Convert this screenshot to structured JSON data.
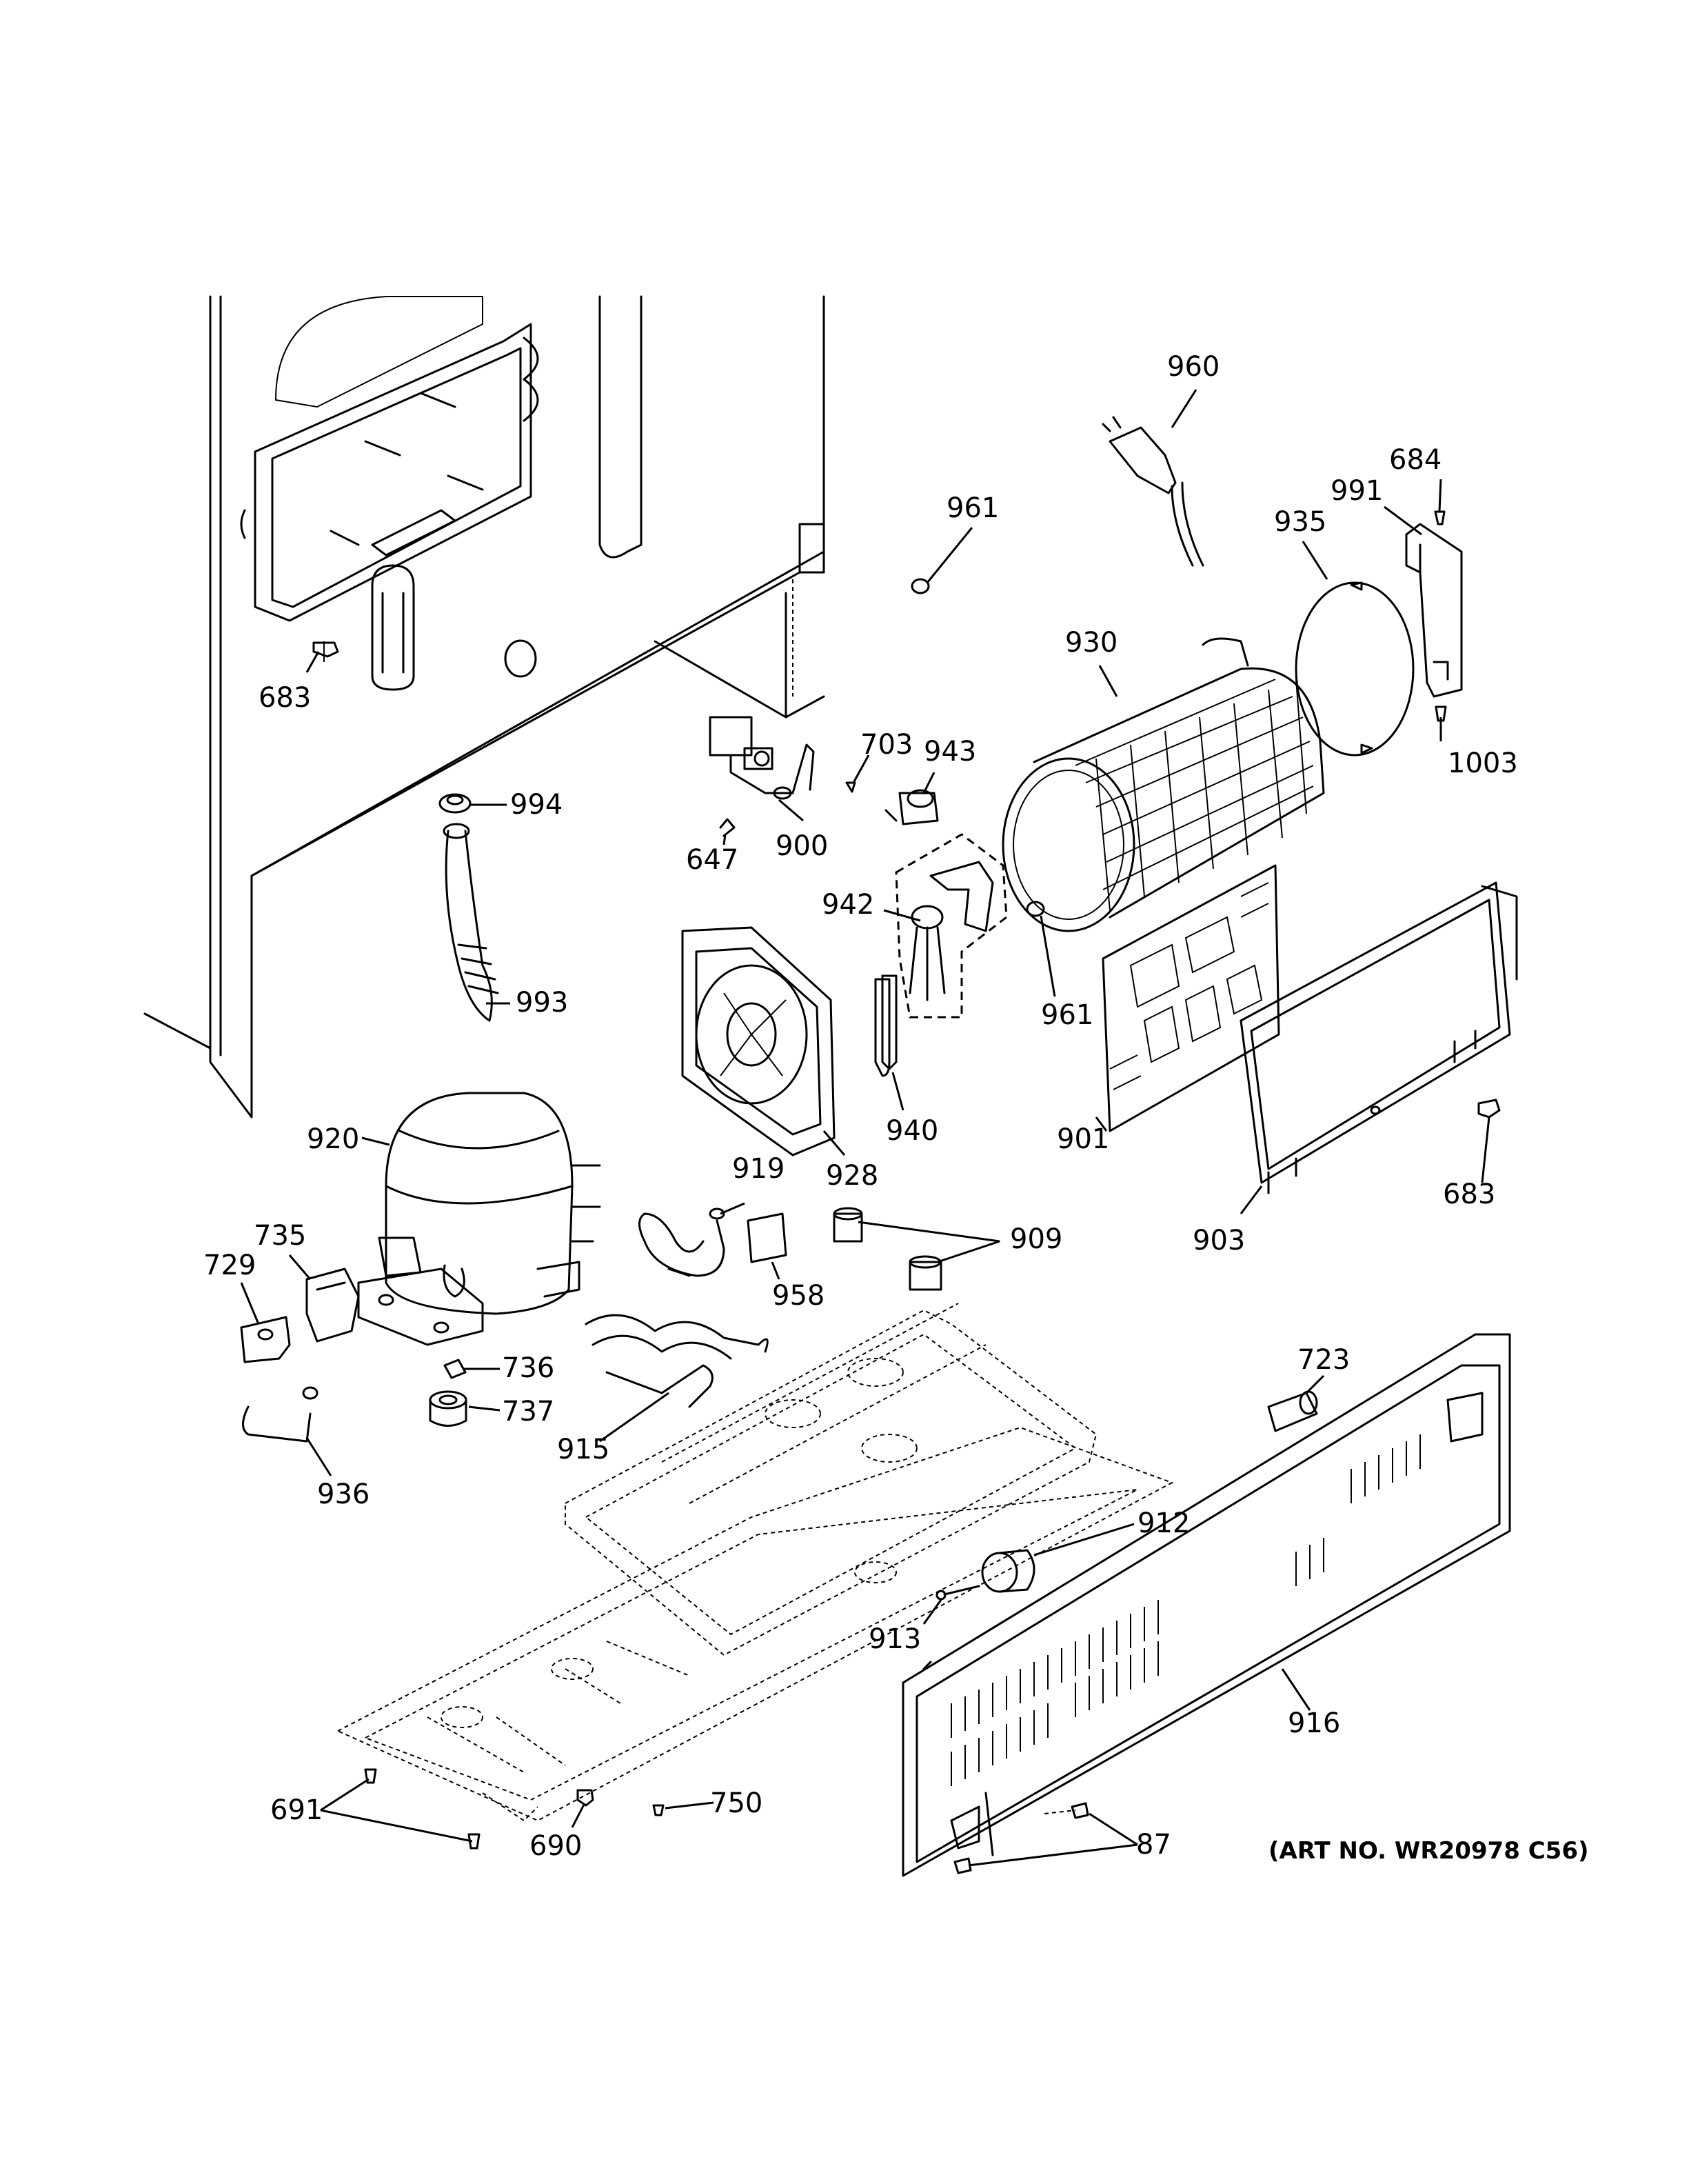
{
  "callouts": {
    "c960": "960",
    "c684": "684",
    "c991": "991",
    "c935": "935",
    "c961a": "961",
    "c930": "930",
    "c683a": "683",
    "c703": "703",
    "c943": "943",
    "c1003": "1003",
    "c994": "994",
    "c647": "647",
    "c900": "900",
    "c942": "942",
    "c961b": "961",
    "c993": "993",
    "c940": "940",
    "c901": "901",
    "c920": "920",
    "c928": "928",
    "c683b": "683",
    "c919": "919",
    "c735": "735",
    "c909": "909",
    "c903": "903",
    "c729": "729",
    "c958": "958",
    "c736": "736",
    "c723": "723",
    "c737": "737",
    "c915": "915",
    "c936": "936",
    "c912": "912",
    "c913": "913",
    "c916": "916",
    "c691": "691",
    "c750": "750",
    "c690": "690",
    "c87": "87"
  },
  "art_number": "(ART NO. WR20978 C56)"
}
